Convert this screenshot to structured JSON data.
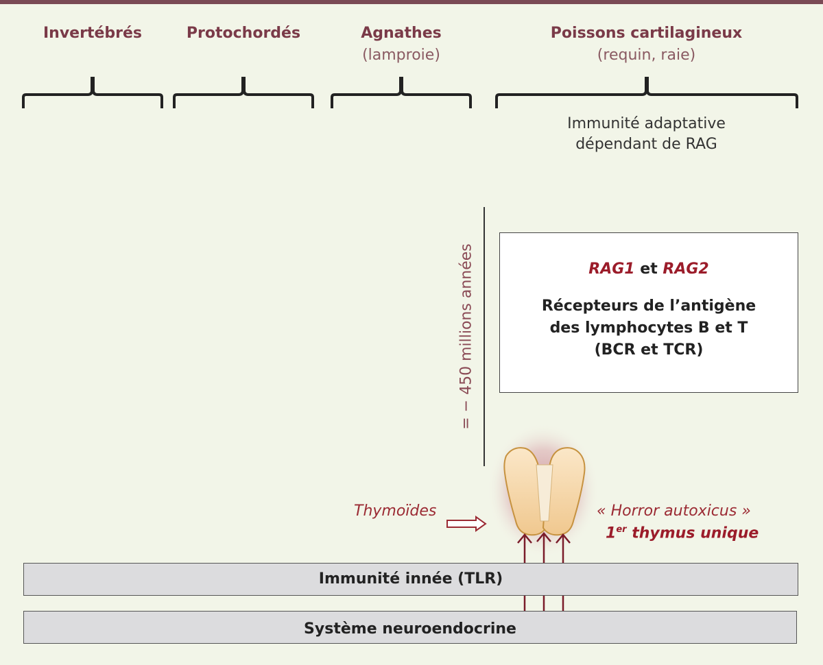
{
  "groups": [
    {
      "title": "Invertébrés",
      "subtitle": ""
    },
    {
      "title": "Protochordés",
      "subtitle": ""
    },
    {
      "title": "Agnathes",
      "subtitle": "(lamproie)"
    },
    {
      "title": "Poissons cartilagineux",
      "subtitle": "(requin, raie)"
    }
  ],
  "adaptive": {
    "line1": "Immunité adaptative",
    "line2": "dépendant de RAG"
  },
  "timeline_label": "= − 450 millions années",
  "rag_box": {
    "gene1": "RAG1",
    "conj": "et",
    "gene2": "RAG2",
    "line1": "Récepteurs de l’antigène",
    "line2": "des lymphocytes B et T",
    "line3": "(BCR et TCR)"
  },
  "thymoides": "Thymoïdes",
  "horror": "« Horror autoxicus »",
  "first_thymus": {
    "num": "1",
    "sup": "er",
    "text": "thymus unique"
  },
  "bars": {
    "innate": "Immunité innée (TLR)",
    "neuro": "Système neuroendocrine"
  },
  "colors": {
    "accent": "#7a3a48",
    "red": "#9b1c2a",
    "background": "#f2f5e8",
    "bar": "#dcdcde"
  }
}
